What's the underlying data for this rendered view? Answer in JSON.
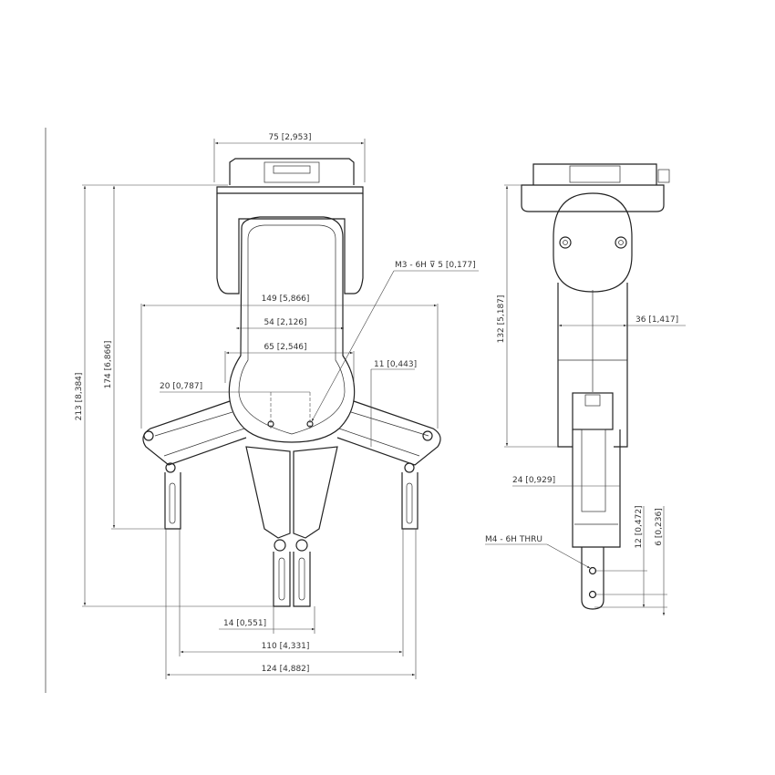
{
  "drawing": {
    "front_view": {
      "dimensions": {
        "width_top": "75 [2,953]",
        "height_total": "213 [8,384]",
        "height_body": "174 [6,866]",
        "span_open": "149 [5,866]",
        "inner_width": "54 [2,126]",
        "outer_width": "65 [2,546]",
        "hole_spacing": "20 [0,787]",
        "offset": "11 [0,443]",
        "finger_gap": "14 [0,551]",
        "finger_span": "110 [4,331]",
        "total_span": "124 [4,882]"
      },
      "callouts": {
        "thread": "M3 - 6H ⊽ 5 [0,177]"
      }
    },
    "side_view": {
      "dimensions": {
        "height": "132 [5,187]",
        "width": "36 [1,417]",
        "finger_width": "24 [0,929]",
        "hole_offset_1": "12 [0,472]",
        "hole_offset_2": "6 [0,236]"
      },
      "callouts": {
        "thread": "M4 - 6H THRU"
      }
    }
  }
}
